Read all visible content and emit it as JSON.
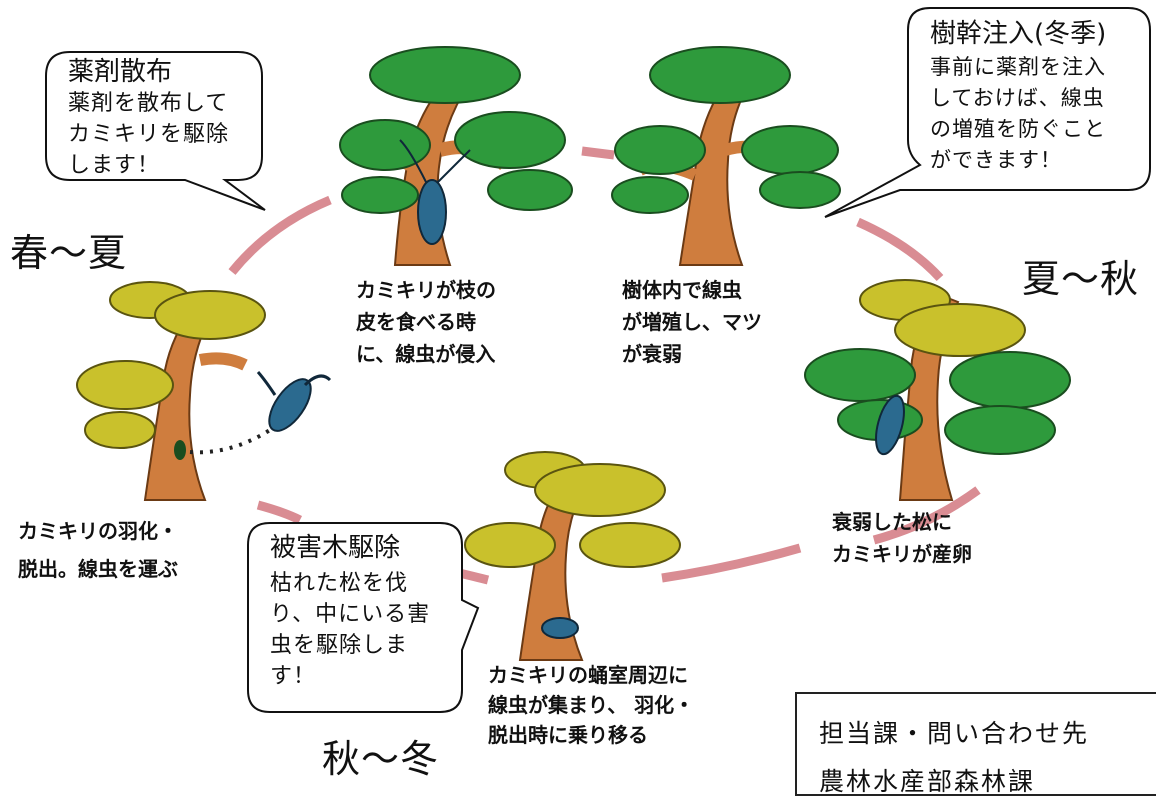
{
  "seasons": {
    "spring_summer": "春〜夏",
    "summer_autumn": "夏〜秋",
    "autumn_winter": "秋〜冬"
  },
  "bubbles": {
    "spray": {
      "title": "薬剤散布",
      "body": "薬剤を散布して\nカミキリを駆除\nします！"
    },
    "injection": {
      "title": "樹幹注入(冬季)",
      "body": "事前に薬剤を注入\nしておけば、線虫\nの増殖を防ぐこと\nができます！"
    },
    "removal": {
      "title": "被害木駆除",
      "body": "枯れた松を伐\nり、中にいる害\n虫を駆除しま\nす！"
    }
  },
  "captions": {
    "feeding": "カミキリが枝の\n皮を食べる時\nに、線虫が侵入",
    "multiply": "樹体内で線虫\nが増殖し、マツ\nが衰弱",
    "egg_laying": "衰弱した松に\nカミキリが産卵",
    "pupa": "カミキリの蛹室周辺に\n線虫が集まり、 羽化・\n脱出時に乗り移る",
    "emergence": "カミキリの羽化・\n脱出。線虫を運ぶ"
  },
  "contact": {
    "label": "担当課・問い合わせ先",
    "department": "農林水産部森林課"
  },
  "colors": {
    "cycle_arrow": "#d98c93",
    "foliage_green": "#2e9a3c",
    "foliage_yellow": "#c9c12c",
    "trunk": "#cf7d3e",
    "beetle": "#2b6a8f"
  }
}
